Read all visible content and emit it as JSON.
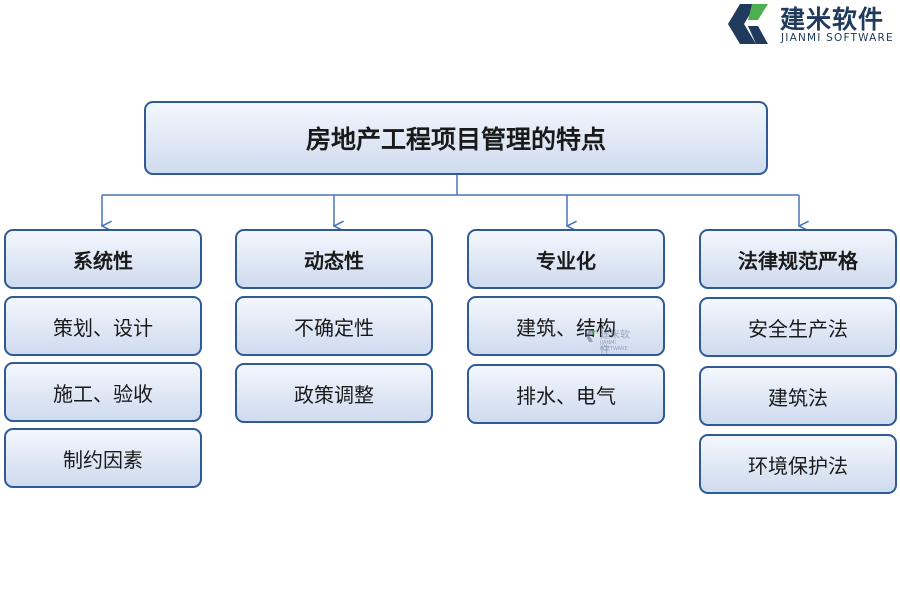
{
  "logo": {
    "name_cn": "建米软件",
    "name_en": "JIANMI SOFTWARE"
  },
  "root": {
    "label": "房地产工程项目管理的特点"
  },
  "categories": [
    {
      "label": "系统性",
      "items": [
        "策划、设计",
        "施工、验收",
        "制约因素"
      ]
    },
    {
      "label": "动态性",
      "items": [
        "不确定性",
        "政策调整"
      ]
    },
    {
      "label": "专业化",
      "items": [
        "建筑、结构",
        "排水、电气"
      ]
    },
    {
      "label": "法律规范严格",
      "items": [
        "安全生产法",
        "建筑法",
        "环境保护法"
      ]
    }
  ],
  "watermark": {
    "name_cn": "建米软件",
    "name_en": "JIANMI SOFTWARE"
  },
  "colors": {
    "border": "#2f5a94",
    "connector": "#4a74b8",
    "box_fill_top": "#f4f7fd",
    "box_fill_bottom": "#cfdbef",
    "logo_green": "#4caf50",
    "logo_navy": "#1f3a5c"
  }
}
